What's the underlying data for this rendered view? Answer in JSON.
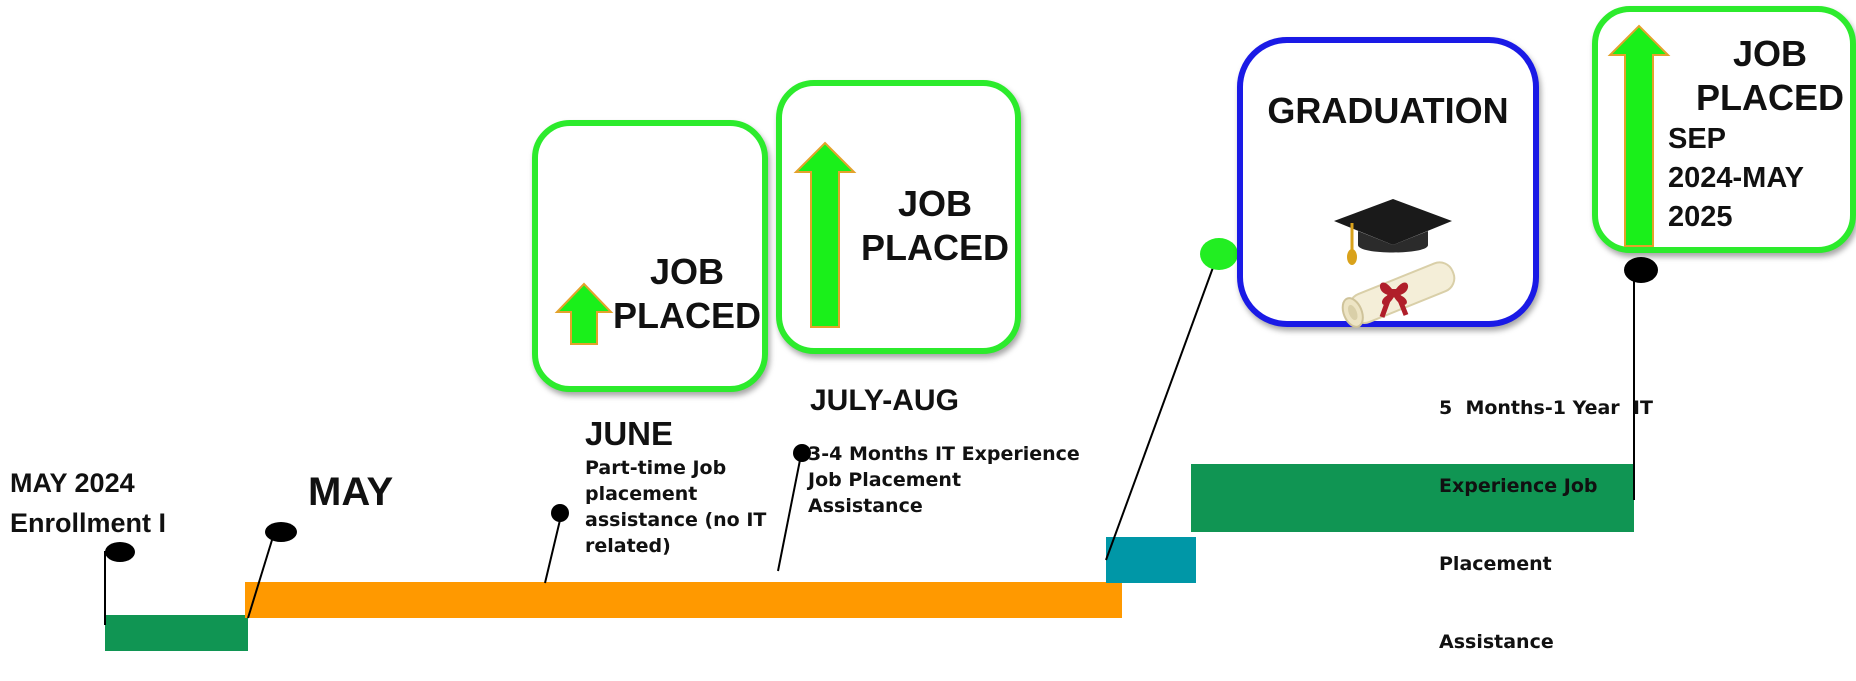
{
  "colors": {
    "green_bar": "#109553",
    "orange_bar": "#FF9900",
    "teal_bar": "#0097A7",
    "card_green": "#2CEB2C",
    "card_blue": "#1A1AE6",
    "arrow_green": "#1AF01A",
    "arrow_outline": "#E3A22B",
    "dot": "#000000",
    "dot_green": "#22EE22"
  },
  "milestones": {
    "enroll": {
      "line1": "MAY 2024",
      "line2": "Enrollment I"
    },
    "may": {
      "label": "MAY"
    },
    "june": {
      "label": "JUNE",
      "desc": [
        "Part-time Job",
        "placement",
        "assistance (no IT",
        "related)"
      ]
    },
    "julyaug": {
      "label": "JULY-AUG",
      "desc": [
        "3-4 Months IT Experience",
        "Job Placement",
        "Assistance"
      ]
    },
    "fivemonths": {
      "desc": [
        "5  Months-1 Year  IT",
        "Experience Job",
        "Placement",
        "Assistance"
      ]
    }
  },
  "cards": {
    "job1": {
      "line1": "JOB",
      "line2": "PLACED",
      "icon": "up-arrow-icon"
    },
    "job2": {
      "line1": "JOB",
      "line2": "PLACED",
      "icon": "up-arrow-icon"
    },
    "graduation": {
      "title": "GRADUATION",
      "icon": "graduation-cap-diploma-icon"
    },
    "job3": {
      "line1": "JOB",
      "line2": "PLACED",
      "date": [
        "SEP",
        "2024-MAY",
        "2025"
      ],
      "icon": "up-arrow-icon"
    }
  }
}
